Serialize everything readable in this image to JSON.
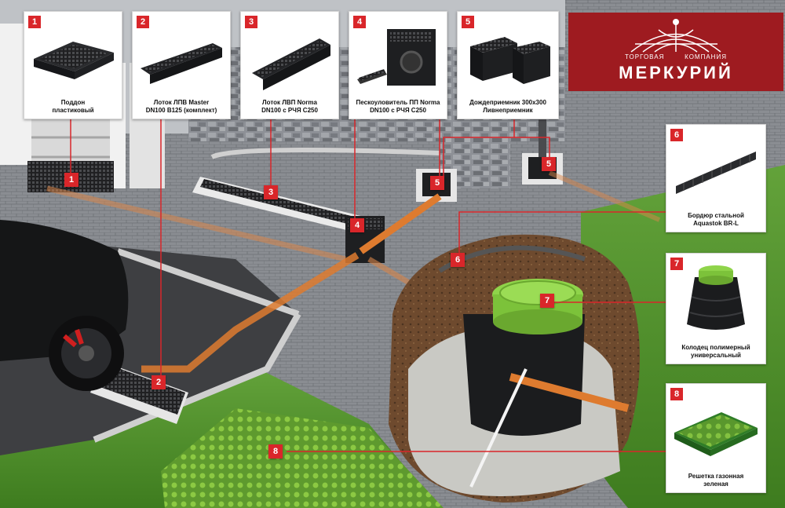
{
  "logo": {
    "subtitle_left": "ТОРГОВАЯ",
    "subtitle_right": "КОМПАНИЯ",
    "brand": "МЕРКУРИЙ",
    "color": "#9e1b20"
  },
  "accent_color": "#d9262a",
  "products": [
    {
      "num": "1",
      "line1": "Поддон",
      "line2": "пластиковый"
    },
    {
      "num": "2",
      "line1": "Лоток ЛПВ Master",
      "line2": "DN100 B125 (комплект)"
    },
    {
      "num": "3",
      "line1": "Лоток ЛВП Norma",
      "line2": "DN100 с РЧЯ С250"
    },
    {
      "num": "4",
      "line1": "Пескоуловитель ПП Norma",
      "line2": "DN100 с РЧЯ С250"
    },
    {
      "num": "5",
      "line1": "Дождеприемник 300х300",
      "line2": "Ливнеприемник"
    },
    {
      "num": "6",
      "line1": "Бордюр стальной",
      "line2": "Aquastok BR-L"
    },
    {
      "num": "7",
      "line1": "Колодец полимерный",
      "line2": "универсальный"
    },
    {
      "num": "8",
      "line1": "Решетка газонная",
      "line2": "зеленая"
    }
  ],
  "markers": [
    "1",
    "2",
    "3",
    "4",
    "5",
    "5",
    "6",
    "7",
    "8"
  ]
}
